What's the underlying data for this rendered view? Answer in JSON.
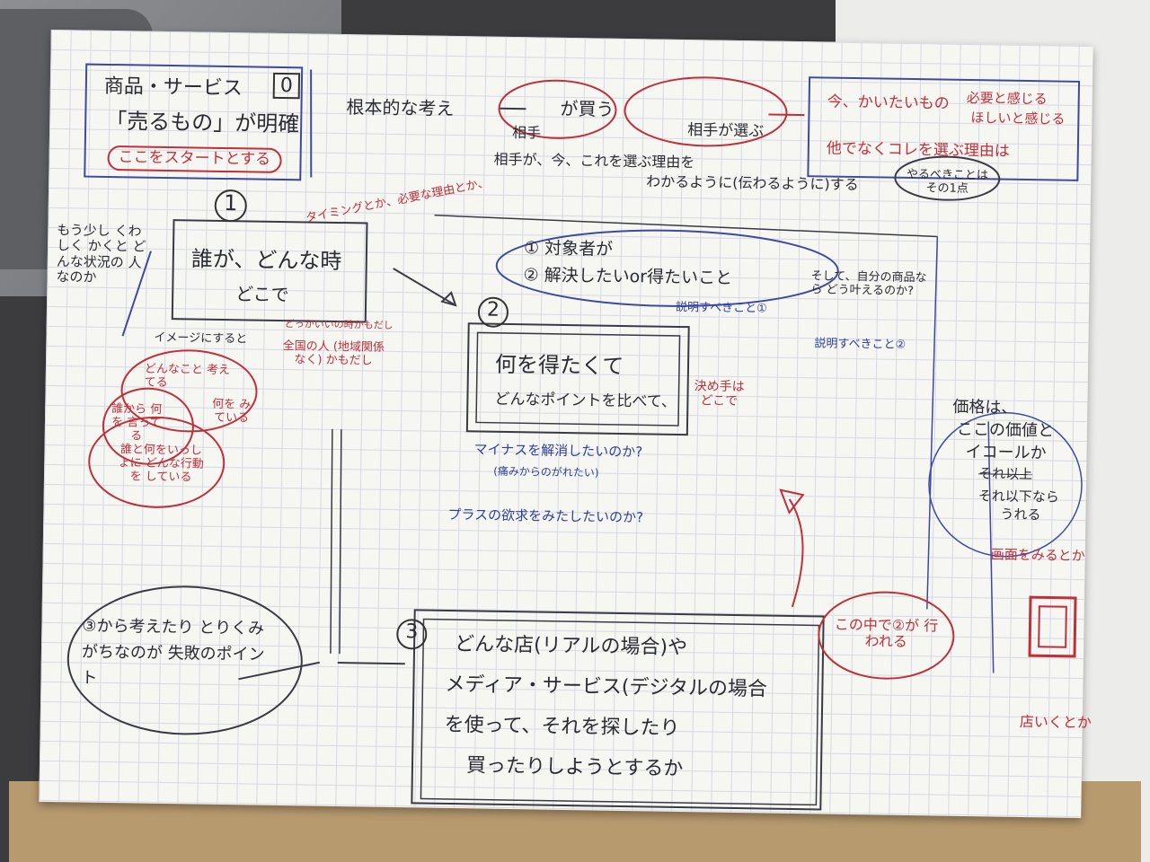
{
  "header_box": {
    "line1": "商品・サービス",
    "zero": "0",
    "line2": "「売るもの」が明確",
    "line3": "ここをスタートとする"
  },
  "fundamental": {
    "label": "根本的な考え",
    "buy": "が買う",
    "partner1": "相手",
    "choose": "相手が選ぶ",
    "note_line1": "相手が、今、これを選ぶ理由を",
    "note_line2": "わかるように(伝わるように)する",
    "todo": "やるべきことは その1点"
  },
  "want_box": {
    "now_want": "今、かいたいもの",
    "need": "必要と感じる",
    "desire": "ほしいと感じる",
    "why_this": "他でなくコレを選ぶ理由は"
  },
  "section1": {
    "num": "1",
    "side_note": "もう少し くわしく かくと どんな状況の 人なのか",
    "timing": "タイミングとか、必要な理由とか、",
    "who_when": "誰が、どんな時",
    "where": "どこで",
    "anywhere": "どっかいいの時かもだし",
    "nationwide": "全国の人 (地域関係なく) かもだし",
    "image": "イメージにすると",
    "thinking": "どんなこと 考えてる",
    "whom": "誰から 何を 言ってる",
    "what_see": "何を みている",
    "action": "誰と何をいっしょに どんな行動を している"
  },
  "section2": {
    "num": "2",
    "target": "① 対象者が",
    "solve": "② 解決したいor得たいこと",
    "explain1": "説明すべきこと①",
    "emotion": "そして、自分の商品なら どう叶えるのか?",
    "explain2": "説明すべきこと②",
    "gain_what": "何を得たくて",
    "compare": "どんなポイントを比べて、",
    "decide": "決め手は どこで",
    "minus": "マイナスを解消したいのか?",
    "minus_sub": "(痛みからのがれたい)",
    "plus": "プラスの欲求をみたしたいのか?"
  },
  "price": {
    "line1": "価格は、",
    "line2": "ここの価値と",
    "line3": "イコールか",
    "struck": "それ以上",
    "line4": "それ以下なら",
    "line5": "うれる"
  },
  "screen_note": "画面をみるとか",
  "shop_note": "店いくとか",
  "section3": {
    "num": "3",
    "left_note": "③から考えたり とりくみがちなのが 失敗のポイント",
    "line1": "どんな店(リアルの場合)や",
    "line2": "メディア・サービス(デジタルの場合",
    "line3": "を使って、それを探したり",
    "line4": "買ったりしようとするか",
    "in_this": "この中で②が 行われる"
  }
}
